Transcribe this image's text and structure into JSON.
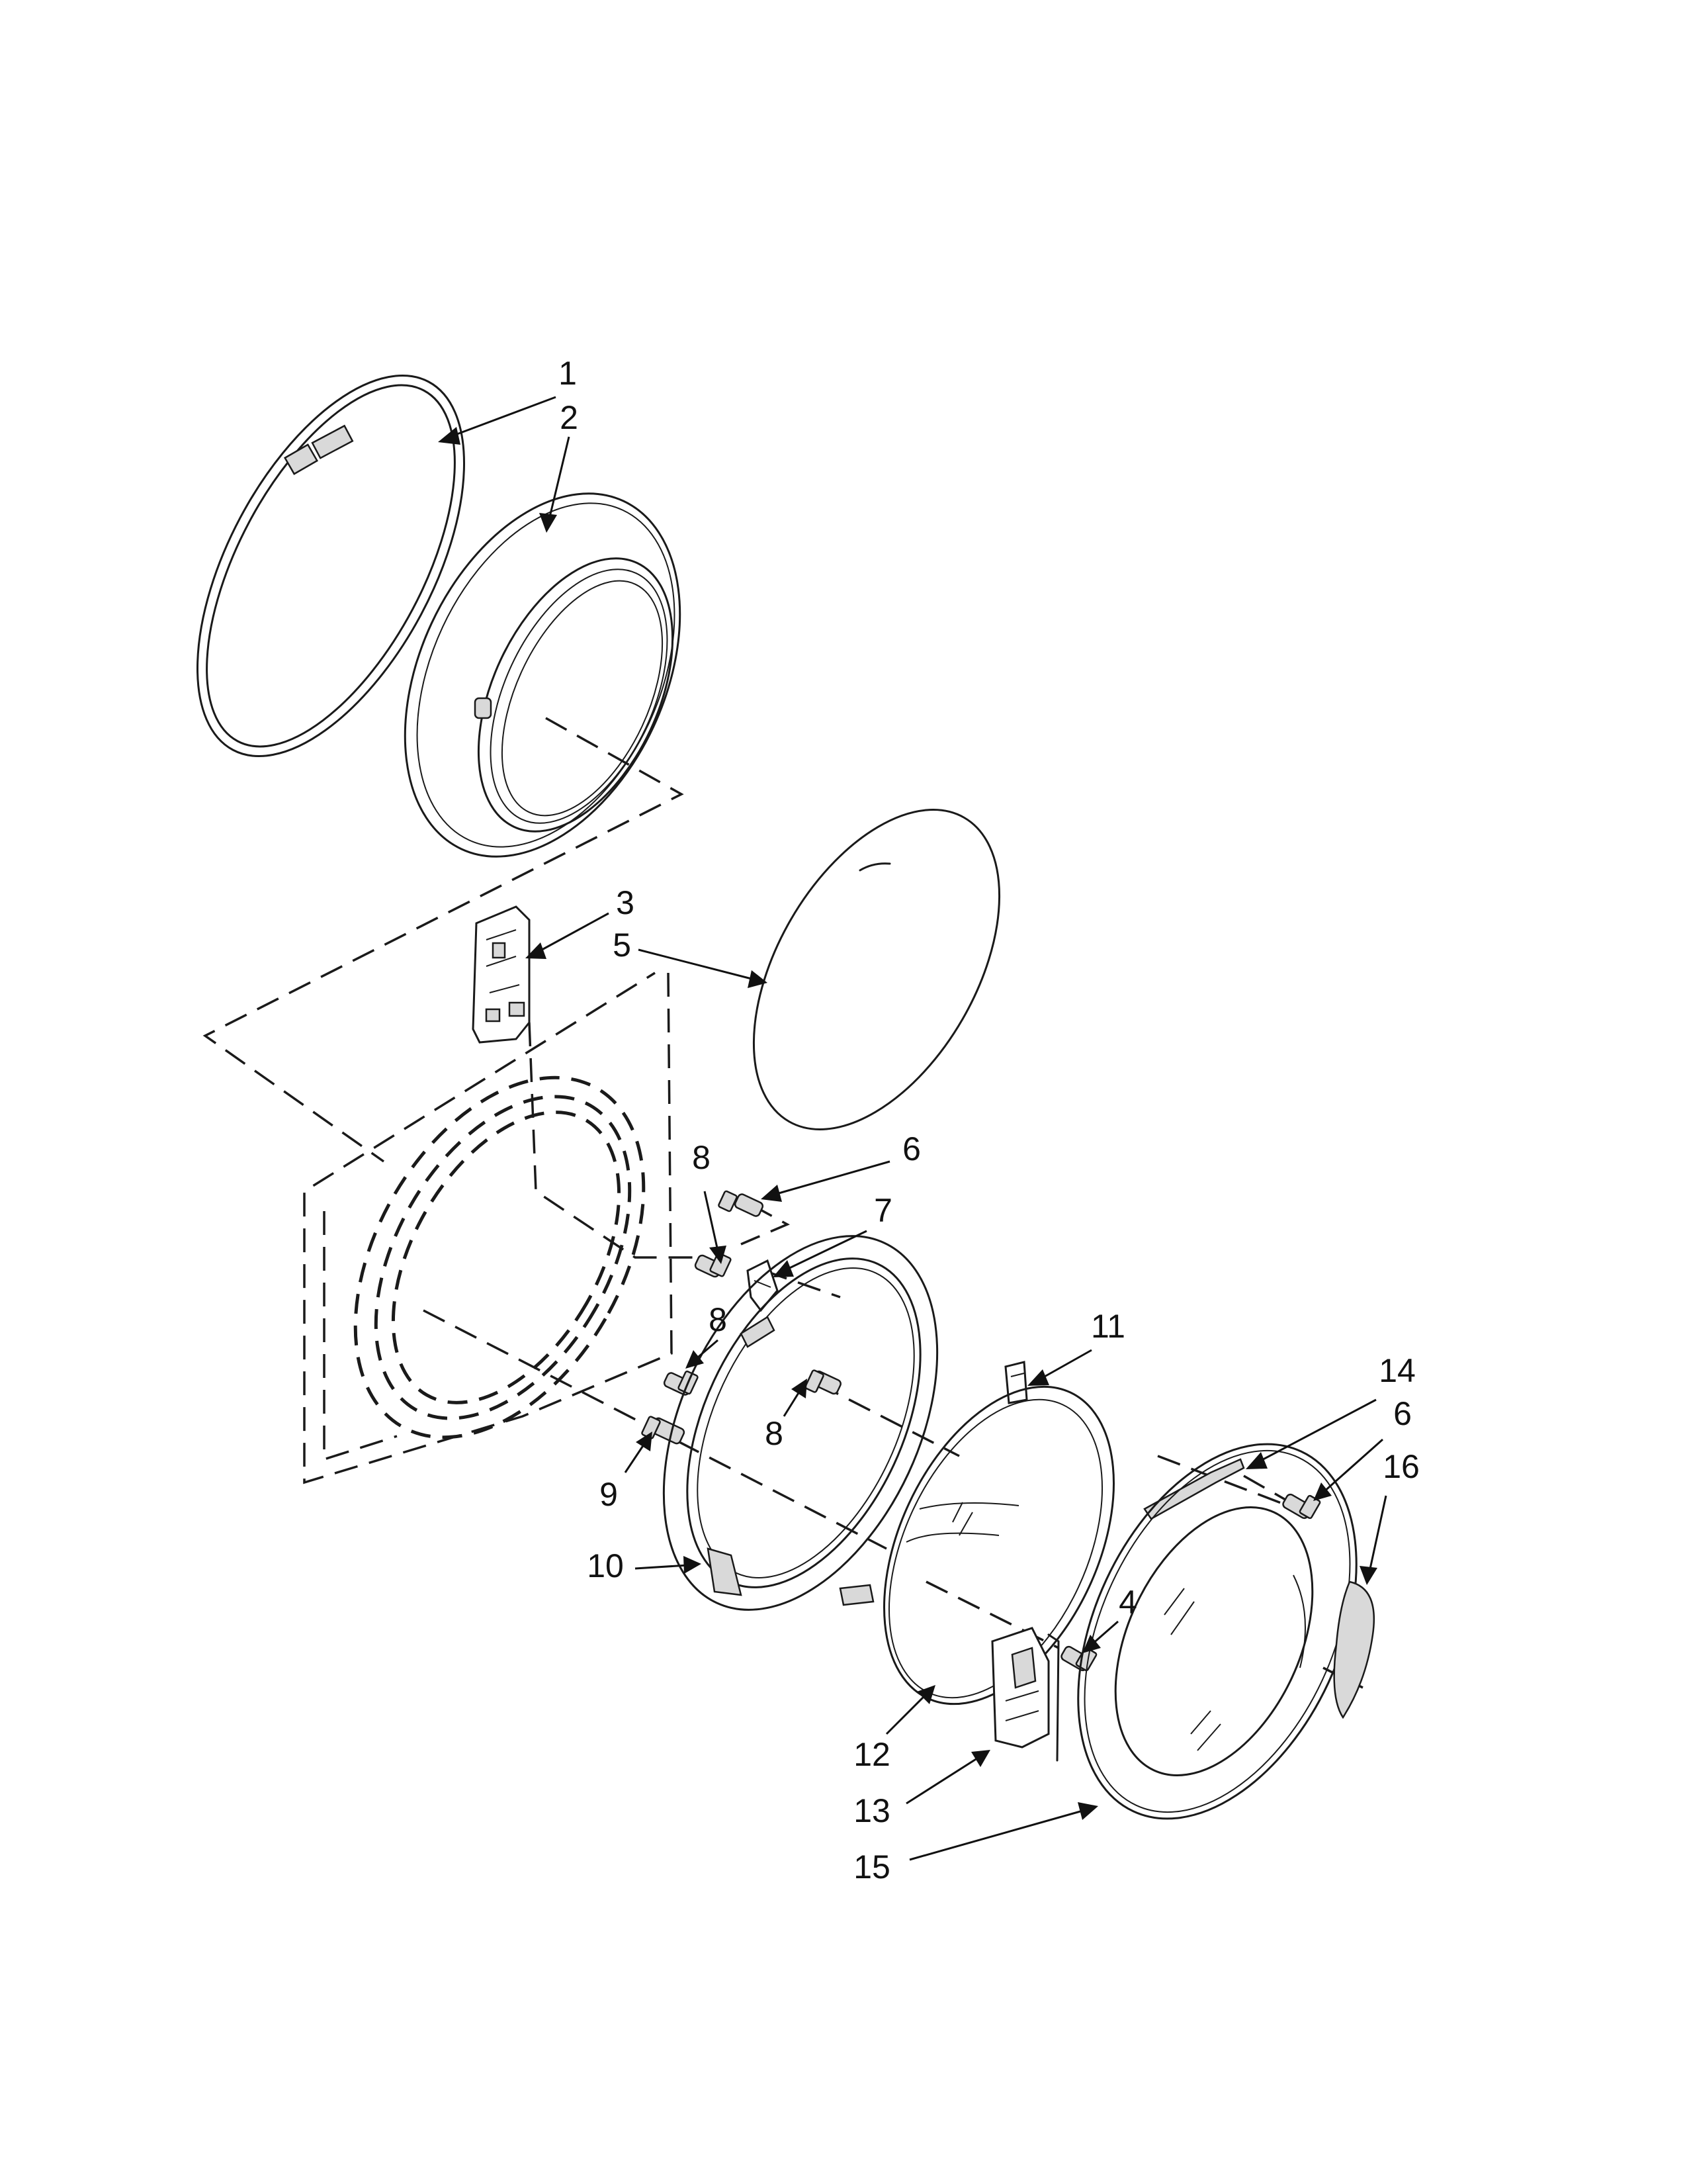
{
  "callouts": [
    {
      "id": "c1",
      "label": "1"
    },
    {
      "id": "c2",
      "label": "2"
    },
    {
      "id": "c3",
      "label": "3"
    },
    {
      "id": "c5",
      "label": "5"
    },
    {
      "id": "c8a",
      "label": "8"
    },
    {
      "id": "c6a",
      "label": "6"
    },
    {
      "id": "c7",
      "label": "7"
    },
    {
      "id": "c8b",
      "label": "8"
    },
    {
      "id": "c11",
      "label": "11"
    },
    {
      "id": "c14",
      "label": "14"
    },
    {
      "id": "c6b",
      "label": "6"
    },
    {
      "id": "c16",
      "label": "16"
    },
    {
      "id": "c8c",
      "label": "8"
    },
    {
      "id": "c9",
      "label": "9"
    },
    {
      "id": "c10",
      "label": "10"
    },
    {
      "id": "c4",
      "label": "4"
    },
    {
      "id": "c12",
      "label": "12"
    },
    {
      "id": "c13",
      "label": "13"
    },
    {
      "id": "c15",
      "label": "15"
    }
  ],
  "colors": {
    "line": "#1a1a1a",
    "part_shade": "#d9d9d9",
    "background": "#ffffff"
  }
}
